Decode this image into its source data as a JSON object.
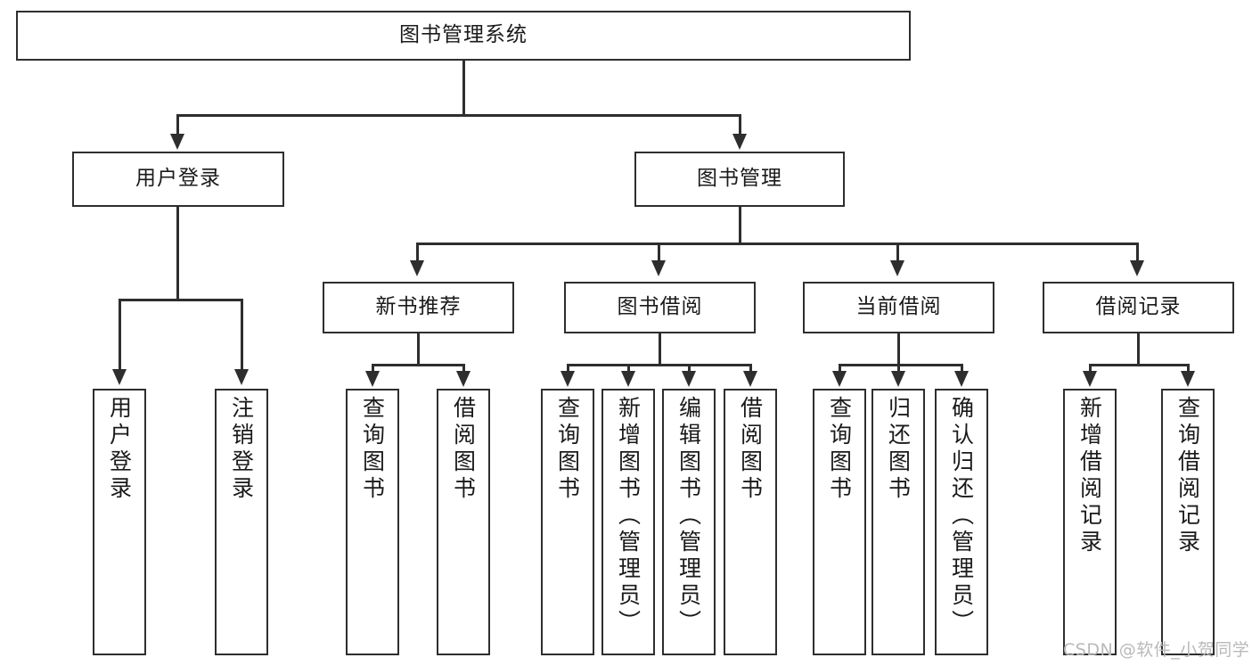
{
  "diagram": {
    "title": "图书管理系统",
    "type": "hierarchy-tree",
    "watermark": "CSDN @软件_小贺同学",
    "colors": {
      "background": "#ffffff",
      "box_border": "#2e2e2e",
      "box_fill": "#ffffff",
      "text": "#1a1a1a",
      "connector": "#2e2e2e",
      "watermark": "#b9b9b9"
    },
    "levels": {
      "root": {
        "label": "图书管理系统"
      },
      "level2": [
        {
          "label": "用户登录"
        },
        {
          "label": "图书管理"
        }
      ],
      "level3": [
        {
          "label": "新书推荐"
        },
        {
          "label": "图书借阅"
        },
        {
          "label": "当前借阅"
        },
        {
          "label": "借阅记录"
        }
      ],
      "leaves": {
        "user_login": [
          {
            "label": "用户登录"
          },
          {
            "label": "注销登录"
          }
        ],
        "new_book_recommend": [
          {
            "label": "查询图书"
          },
          {
            "label": "借阅图书"
          }
        ],
        "book_borrow": [
          {
            "label": "查询图书"
          },
          {
            "label": "新增图书（管理员）"
          },
          {
            "label": "编辑图书（管理员）"
          },
          {
            "label": "借阅图书"
          }
        ],
        "current_borrow": [
          {
            "label": "查询图书"
          },
          {
            "label": "归还图书"
          },
          {
            "label": "确认归还（管理员）"
          }
        ],
        "borrow_record": [
          {
            "label": "新增借阅记录"
          },
          {
            "label": "查询借阅记录"
          }
        ]
      }
    }
  }
}
